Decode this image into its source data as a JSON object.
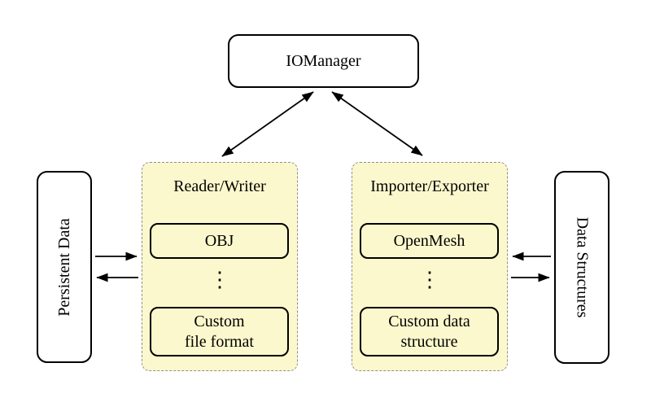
{
  "colors": {
    "background": "#ffffff",
    "group_fill": "#fcf8cd",
    "group_border": "#909090",
    "line": "#000000"
  },
  "nodes": {
    "iomanager": {
      "label": "IOManager"
    },
    "persistent_data": {
      "label": "Persistent Data"
    },
    "data_structures": {
      "label": "Data Structures"
    }
  },
  "groups": {
    "reader_writer": {
      "title": "Reader/Writer",
      "ellipsis": "⋮",
      "items": [
        {
          "label": "OBJ"
        },
        {
          "label": "Custom\nfile format"
        }
      ]
    },
    "importer_exporter": {
      "title": "Importer/Exporter",
      "ellipsis": "⋮",
      "items": [
        {
          "label": "OpenMesh"
        },
        {
          "label": "Custom data\nstructure"
        }
      ]
    }
  }
}
